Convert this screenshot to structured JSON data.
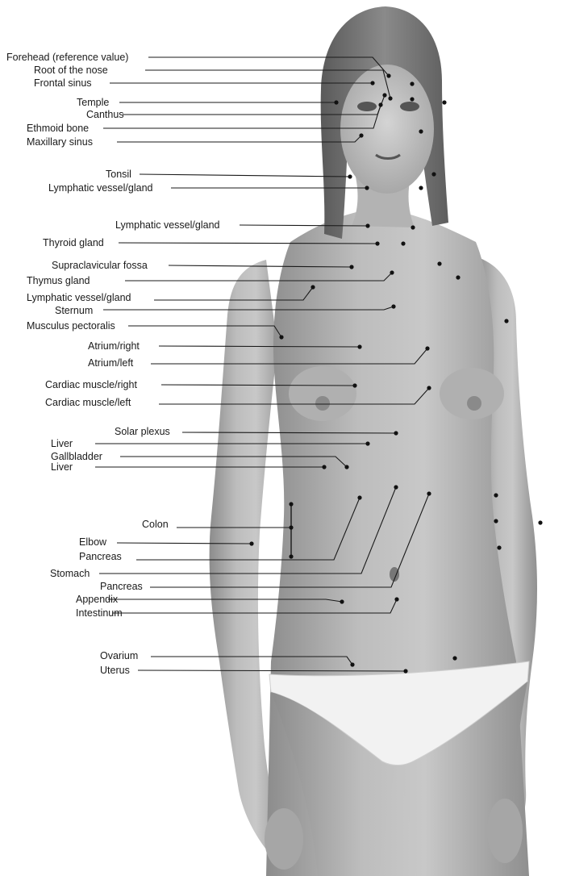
{
  "labels": [
    "Forehead (reference value)",
    "Root of the nose",
    "Frontal sinus",
    "Temple",
    "Canthus",
    "Ethmoid bone",
    "Maxillary sinus",
    "Tonsil",
    "Lymphatic vessel/gland",
    "Lymphatic vessel/gland",
    "Thyroid gland",
    "Supraclavicular fossa",
    "Thymus gland",
    "Lymphatic vessel/gland",
    "Sternum",
    "Musculus pectoralis",
    "Atrium/right",
    "Atrium/left",
    "Cardiac muscle/right",
    "Cardiac muscle/left",
    "Solar plexus",
    "Liver",
    "Gallbladder",
    "Liver",
    "Colon",
    "Elbow",
    "Pancreas",
    "Stomach",
    "Pancreas",
    "Appendix",
    "Intestinum",
    "Ovarium",
    "Uterus"
  ],
  "colors": {
    "background": "#ffffff",
    "leader_line": "#1a1a1a",
    "dot": "#111111",
    "skin_light": "#c9c9c9",
    "skin_mid": "#a9a9a9",
    "skin_dark": "#8a8a8a",
    "hair": "#6e6e6e",
    "underwear": "#f4f4f4"
  },
  "figure": {
    "description_icon": "human-torso-photo"
  }
}
